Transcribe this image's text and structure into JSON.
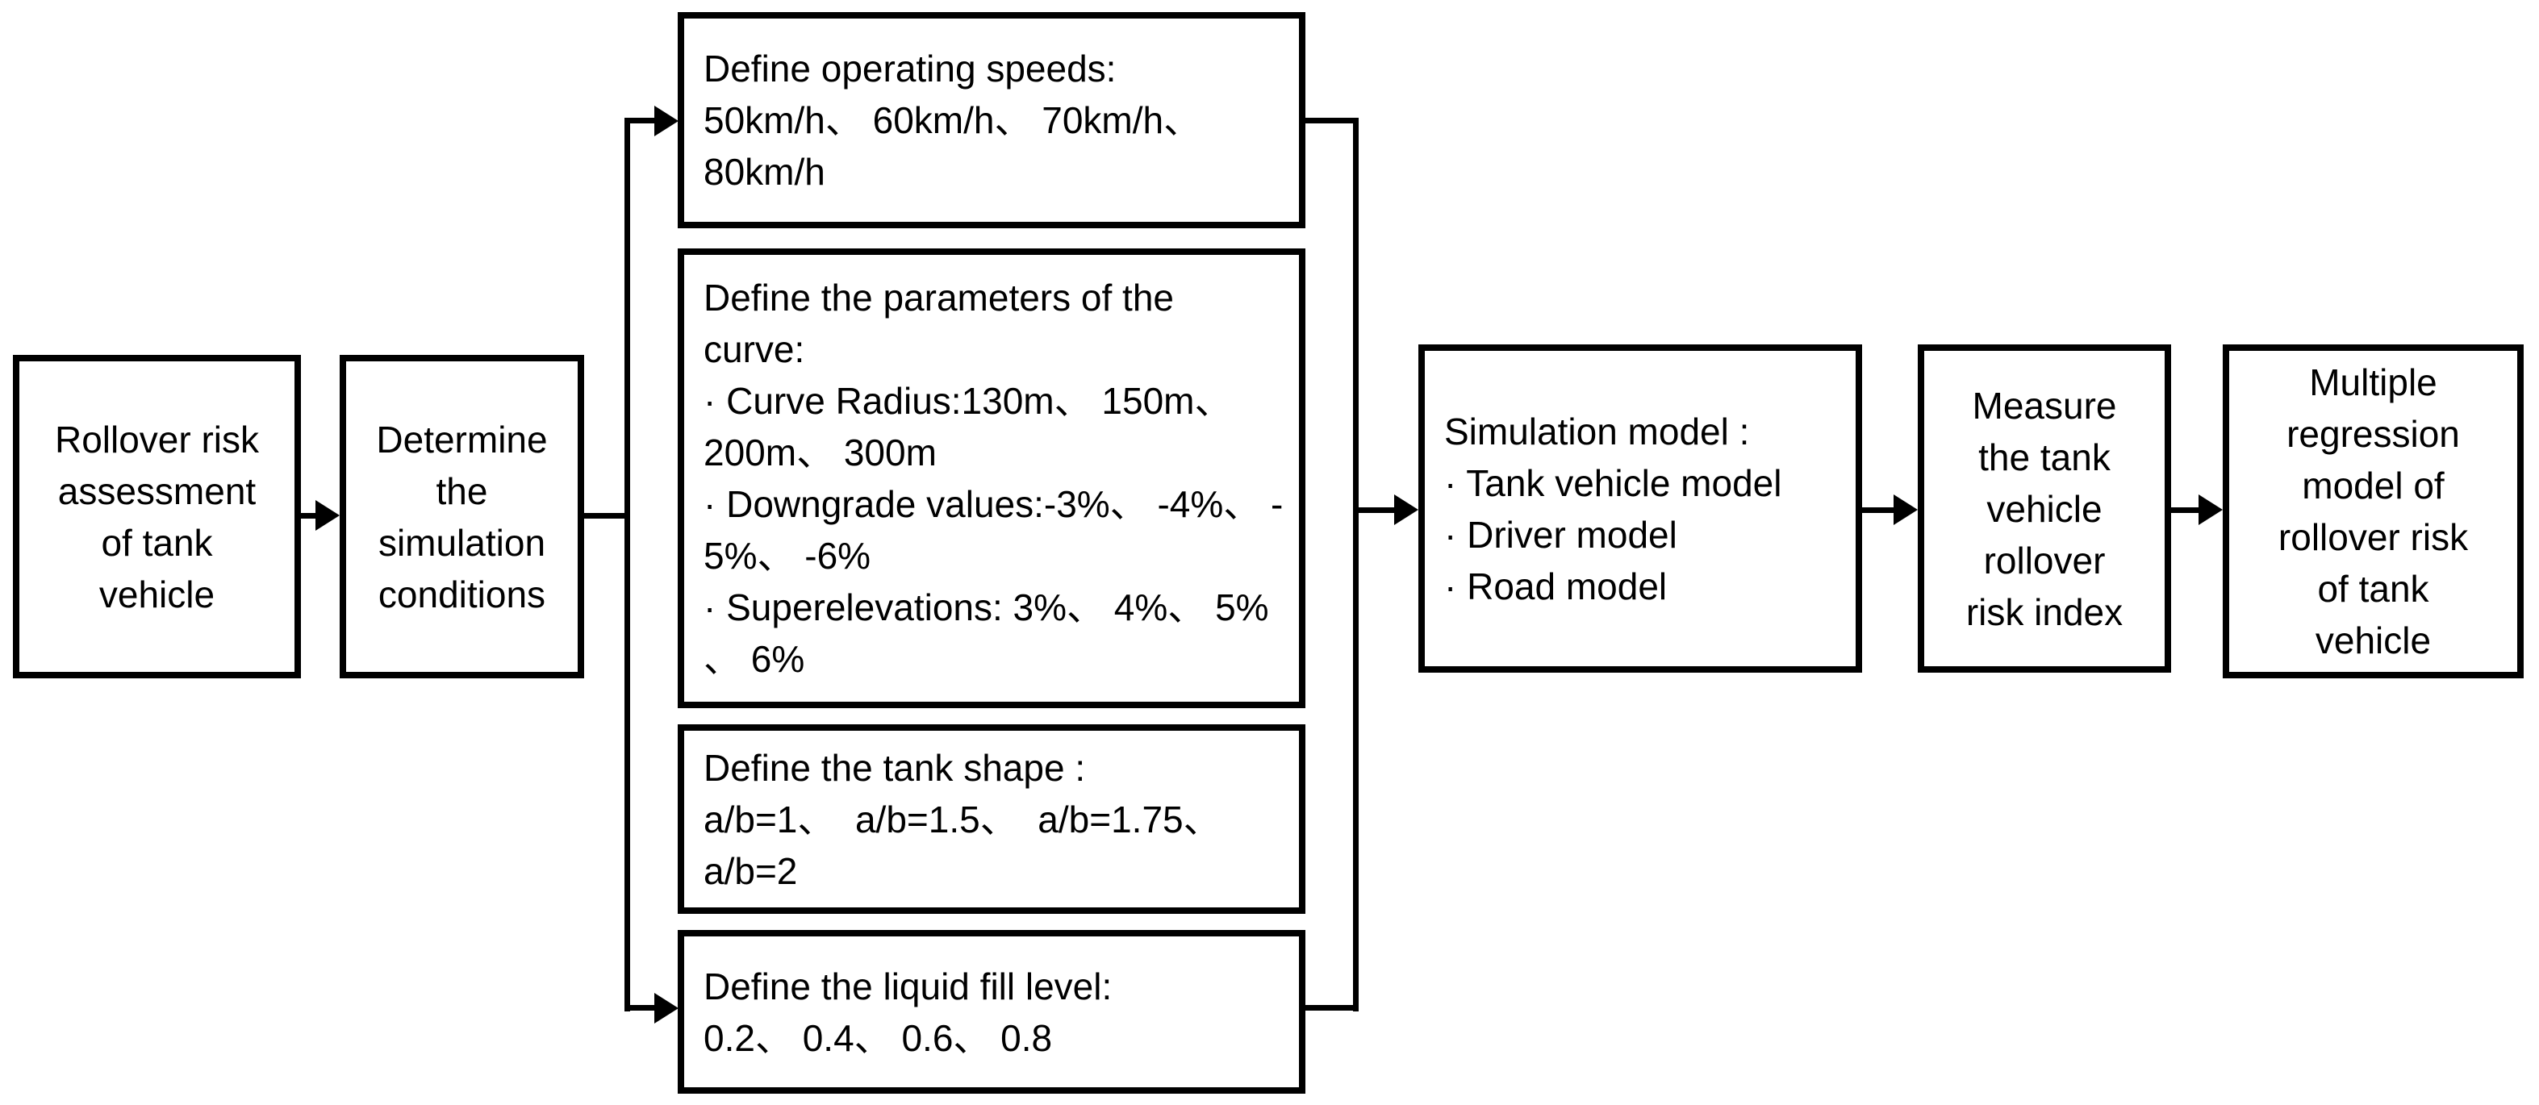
{
  "colors": {
    "stroke": "#000000",
    "background": "#ffffff",
    "text": "#000000"
  },
  "nodes": {
    "rollover": {
      "text": "Rollover risk\nassessment\nof tank\nvehicle"
    },
    "determine": {
      "text": "Determine\nthe\nsimulation\nconditions"
    },
    "speeds": {
      "text": "Define operating speeds:\n50km/h、 60km/h、 70km/h、\n80km/h"
    },
    "curve": {
      "text": "Define the parameters of the\ncurve:\n· Curve Radius:130m、 150m、\n200m、 300m\n· Downgrade values:-3%、 -4%、 -\n5%、 -6%\n· Superelevations: 3%、 4%、 5%\n、 6%"
    },
    "tank_shape": {
      "text": "Define the tank shape :\na/b=1、  a/b=1.5、  a/b=1.75、\na/b=2"
    },
    "fill_level": {
      "text": "Define the liquid fill level:\n0.2、 0.4、 0.6、 0.8"
    },
    "simulation": {
      "text": "Simulation model :\n· Tank vehicle model\n· Driver model\n· Road model"
    },
    "measure": {
      "text": "Measure\nthe tank\nvehicle\nrollover\nrisk index"
    },
    "regression": {
      "text": "Multiple\nregression\nmodel of\nrollover risk\nof tank\nvehicle"
    }
  }
}
